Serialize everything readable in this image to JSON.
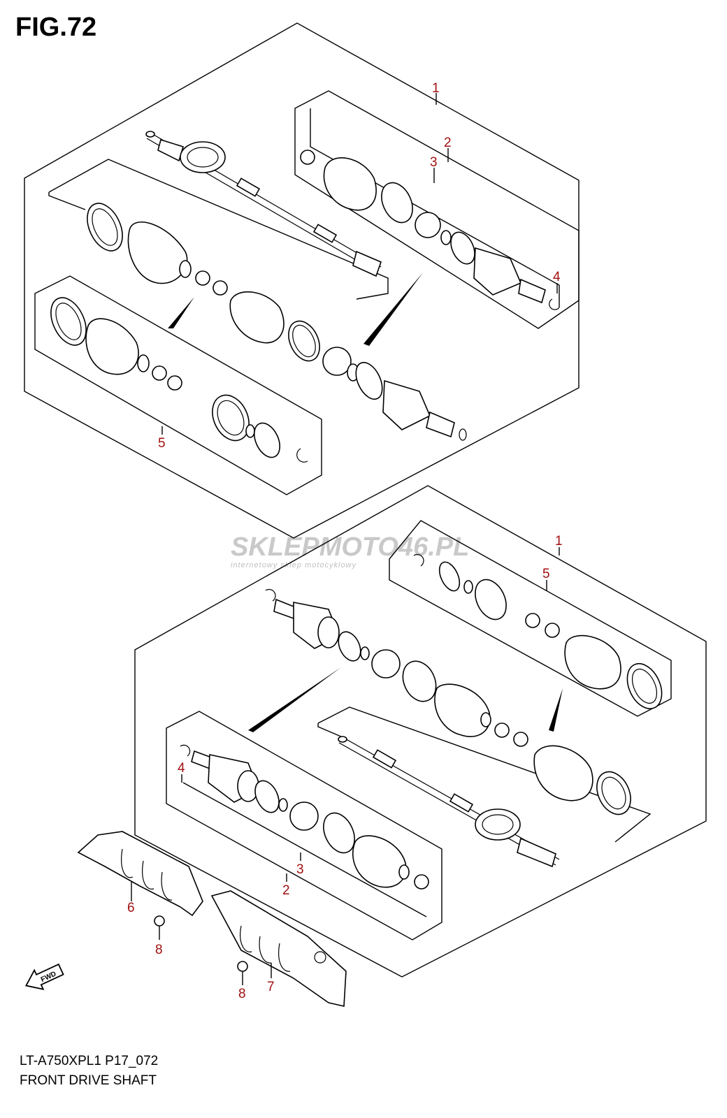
{
  "figure": {
    "title": "FIG.72",
    "model_code": "LT-A750XPL1 P17_072",
    "name": "FRONT DRIVE SHAFT"
  },
  "watermark": {
    "brand": "SKLEPMOTO46.PL",
    "tagline": "internetowy sklep motocyklowy"
  },
  "fwd_label": "FWD",
  "callouts": {
    "upper_1": "1",
    "upper_2": "2",
    "upper_3": "3",
    "upper_4": "4",
    "upper_5": "5",
    "lower_1": "1",
    "lower_5": "5",
    "lower_4": "4",
    "lower_3": "3",
    "lower_2": "2",
    "guard_6": "6",
    "bolt_8a": "8",
    "guard_7": "7",
    "bolt_8b": "8"
  },
  "colors": {
    "callout": "#a01010",
    "lines": "#000000",
    "watermark": "#c9c9c9"
  }
}
